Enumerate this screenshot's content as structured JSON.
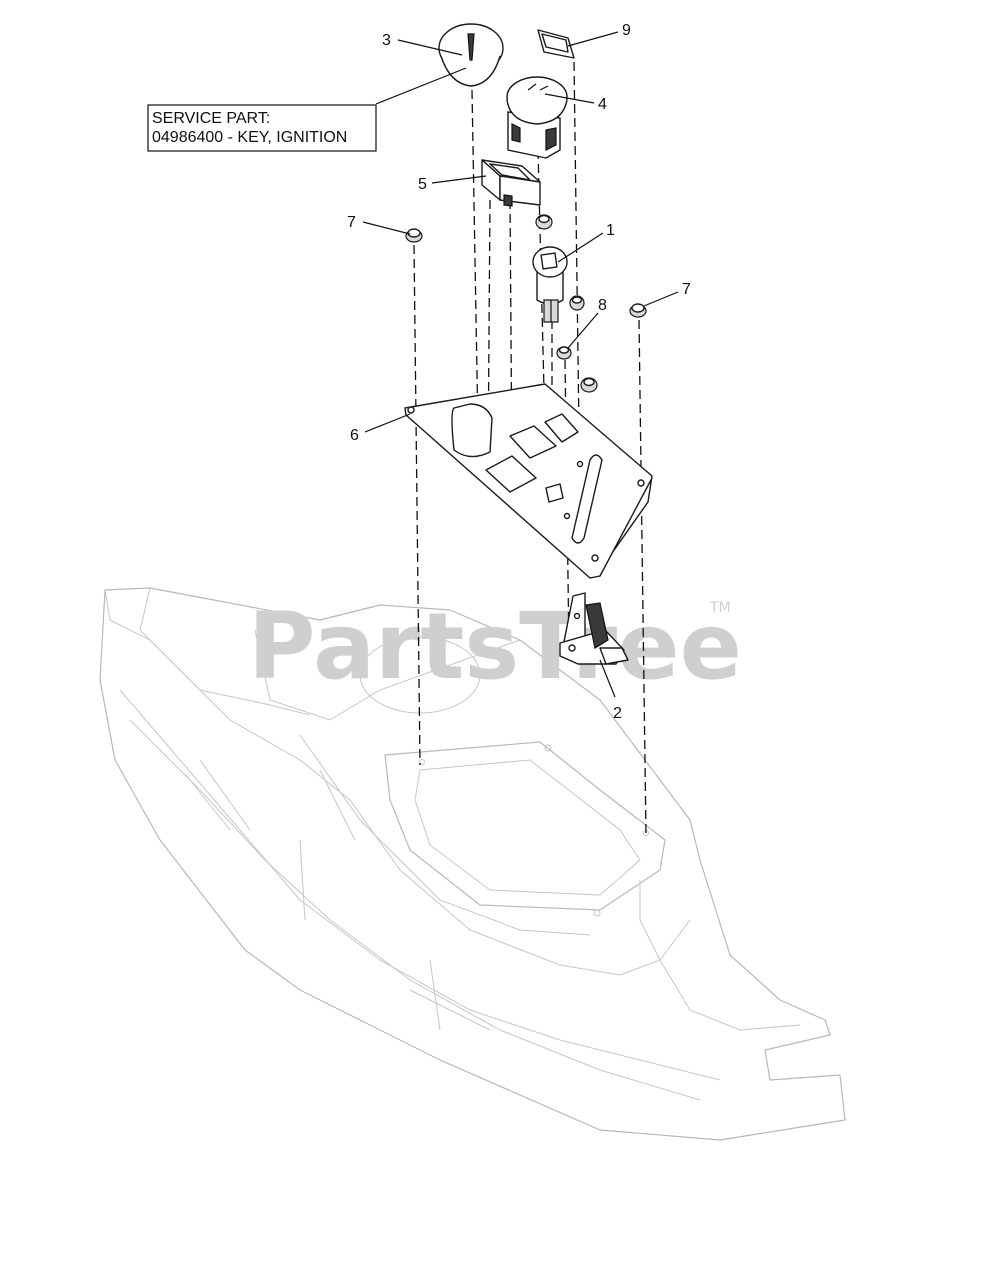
{
  "watermark": {
    "text": "PartsTree",
    "tm": "TM"
  },
  "service_note": {
    "line1": "SERVICE PART:",
    "line2": "04986400 - KEY, IGNITION"
  },
  "callouts": [
    {
      "id": "c3",
      "label": "3"
    },
    {
      "id": "c9",
      "label": "9"
    },
    {
      "id": "c4",
      "label": "4"
    },
    {
      "id": "c5",
      "label": "5"
    },
    {
      "id": "c7a",
      "label": "7"
    },
    {
      "id": "c1",
      "label": "1"
    },
    {
      "id": "c8",
      "label": "8"
    },
    {
      "id": "c7b",
      "label": "7"
    },
    {
      "id": "c6",
      "label": "6"
    },
    {
      "id": "c2",
      "label": "2"
    }
  ]
}
